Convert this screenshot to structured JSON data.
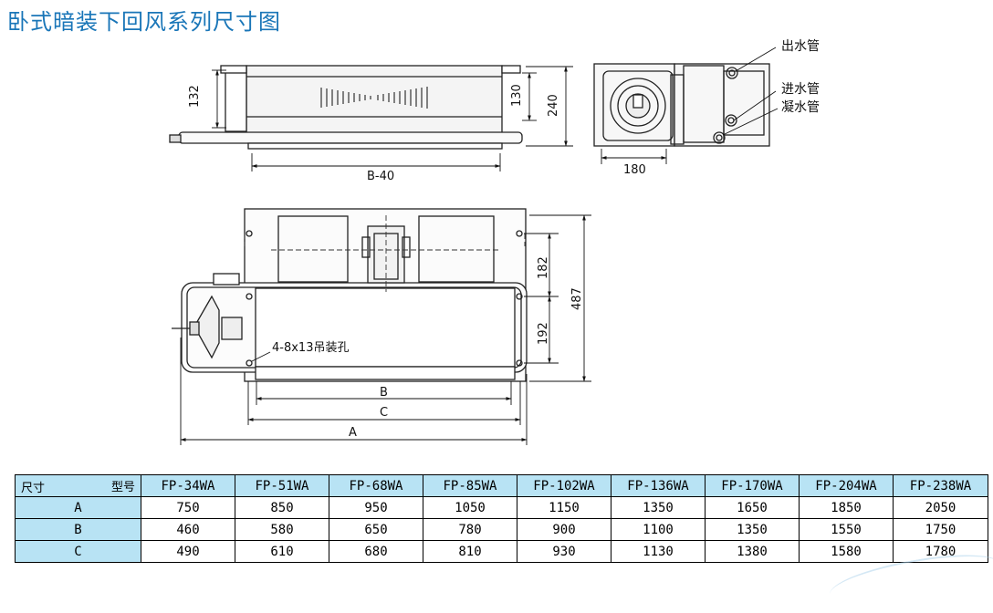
{
  "title": "卧式暗装下回风系列尺寸图",
  "labels": {
    "outlet_pipe": "出水管",
    "inlet_pipe": "进水管",
    "condensate_pipe": "凝水管",
    "hanging_holes": "4-8x13吊装孔"
  },
  "dimensions": {
    "dim_132": "132",
    "dim_130": "130",
    "dim_240": "240",
    "dim_b40": "B-40",
    "dim_180": "180",
    "dim_182": "182",
    "dim_192": "192",
    "dim_487": "487",
    "dim_b": "B",
    "dim_c": "C",
    "dim_a": "A"
  },
  "table": {
    "corner_size": "尺寸",
    "corner_model": "型号",
    "models": [
      "FP-34WA",
      "FP-51WA",
      "FP-68WA",
      "FP-85WA",
      "FP-102WA",
      "FP-136WA",
      "FP-170WA",
      "FP-204WA",
      "FP-238WA"
    ],
    "rows": [
      {
        "label": "A",
        "values": [
          "750",
          "850",
          "950",
          "1050",
          "1150",
          "1350",
          "1650",
          "1850",
          "2050"
        ]
      },
      {
        "label": "B",
        "values": [
          "460",
          "580",
          "650",
          "780",
          "900",
          "1100",
          "1350",
          "1550",
          "1750"
        ]
      },
      {
        "label": "C",
        "values": [
          "490",
          "610",
          "680",
          "810",
          "930",
          "1130",
          "1380",
          "1580",
          "1780"
        ]
      }
    ]
  },
  "colors": {
    "title": "#1a76b8",
    "table_header": "#b8e3f4"
  }
}
